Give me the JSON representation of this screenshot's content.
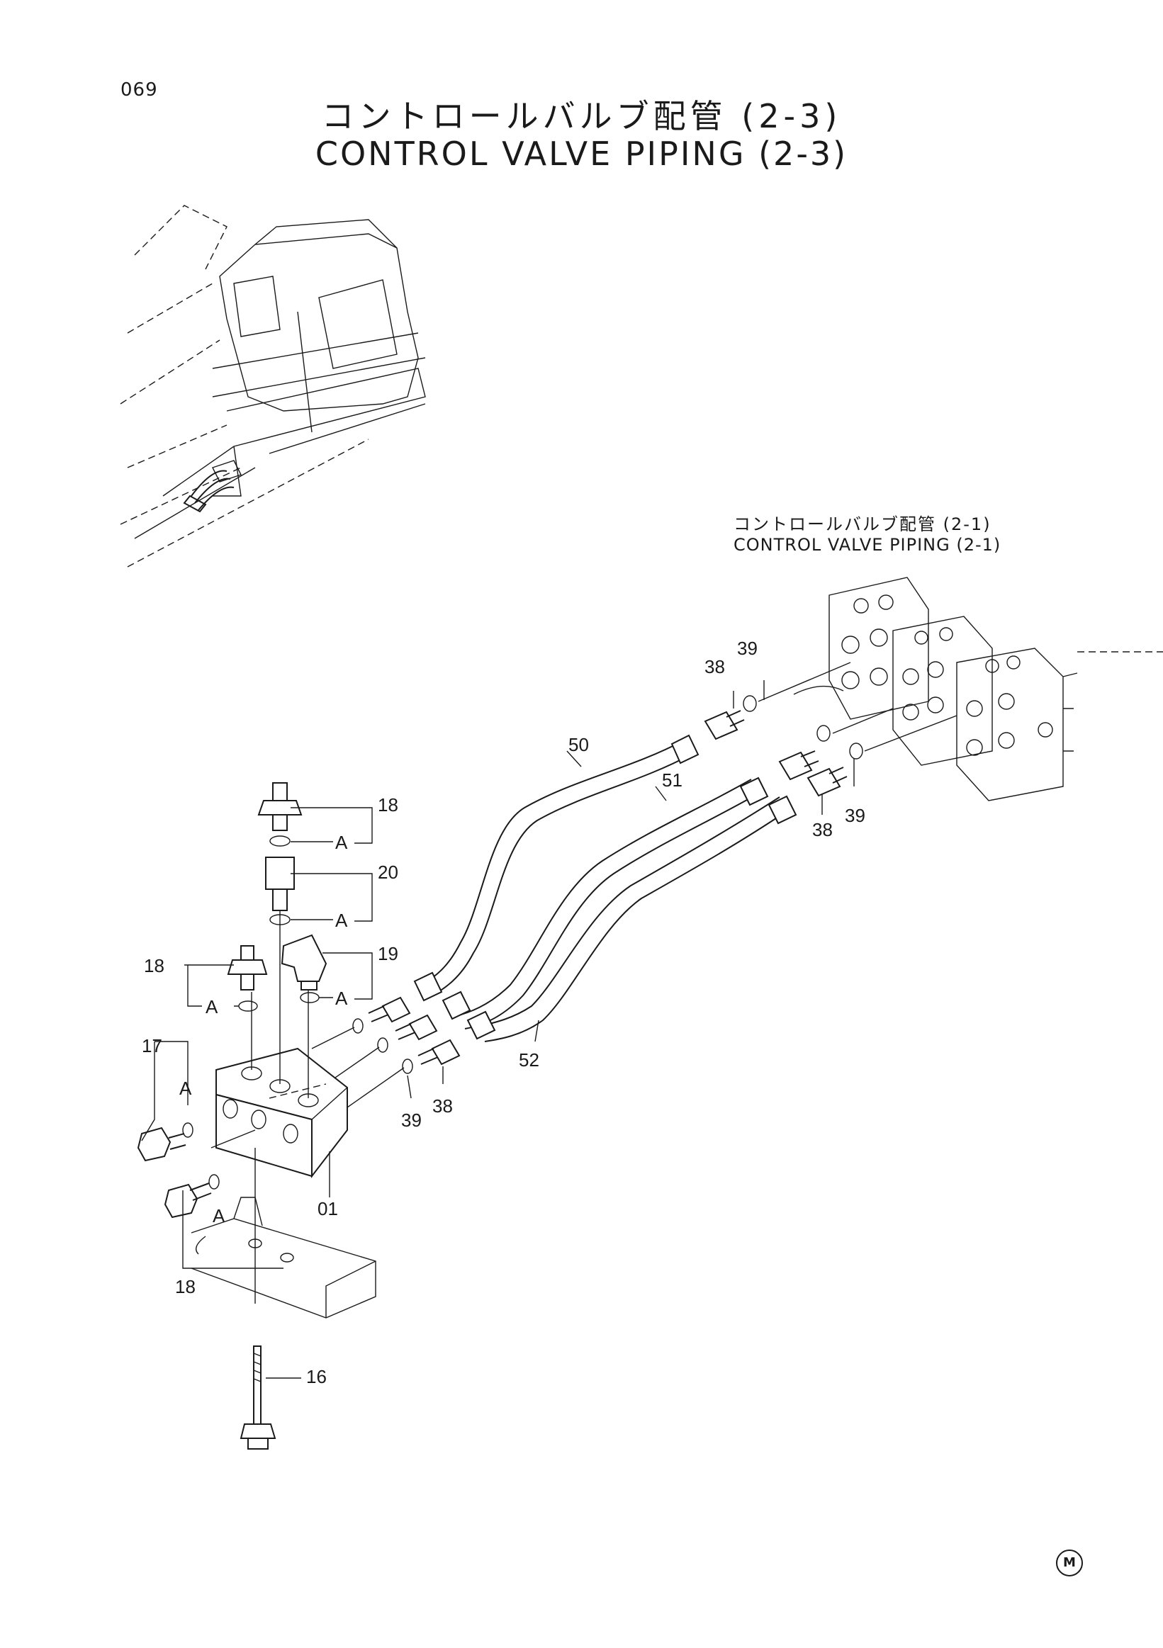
{
  "page_number": "069",
  "title": {
    "jp": "コントロールバルブ配管 (2-3)",
    "en": "CONTROL VALVE PIPING (2-3)"
  },
  "reference": {
    "jp": "コントロールバルブ配管 (2-1)",
    "en": "CONTROL VALVE PIPING (2-1)"
  },
  "callouts": {
    "c18a": "18",
    "c20": "20",
    "c19": "19",
    "c18b": "18",
    "c17": "17",
    "c01": "01",
    "c18c": "18",
    "c16": "16",
    "c50": "50",
    "c51": "51",
    "c52": "52",
    "c38a": "38",
    "c39a": "39",
    "c38b": "38",
    "c39b": "39",
    "c39c": "39",
    "c38c": "38"
  },
  "section_marks": {
    "a1": "A",
    "a2": "A",
    "a3": "A",
    "a4": "A",
    "a5": "A",
    "a6": "A"
  },
  "maker_mark": "M"
}
